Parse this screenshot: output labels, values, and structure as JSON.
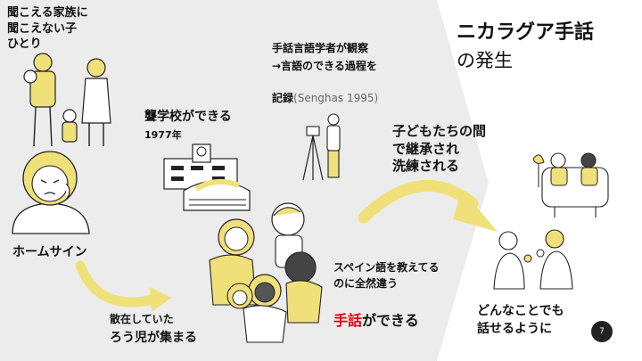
{
  "title": {
    "line1": "ニカラグア手話",
    "line2": "の発生"
  },
  "labels": {
    "isolated_child": "聞こえる家族に\n聞こえない子\nひとり",
    "home_sign": "ホームサイン",
    "school": "聾学校ができる",
    "year": "1977年",
    "linguist_line1": "手話言語学者が観察",
    "linguist_line2": "→言語のできる過程を",
    "linguist_line3_a": "記録",
    "linguist_citation": "(Senghas 1995)",
    "scattered_line1": "散在していた",
    "scattered_line2": "ろう児が集まる",
    "spanish_line1": "スペイン語を教えてる",
    "spanish_line2": "のに全然違う",
    "sign_word": "手話",
    "sign_rest": "ができる",
    "inherited": "子どもたちの間\nで継承され\n洗練される",
    "anything_line1": "どんなことでも",
    "anything_line2": "話せるように",
    "page_number": "7"
  },
  "colors": {
    "accent": "#f0e07a",
    "accent_stroke": "#e8d46a",
    "background_gray": "#ececec",
    "highlight_red": "#e3000f"
  }
}
